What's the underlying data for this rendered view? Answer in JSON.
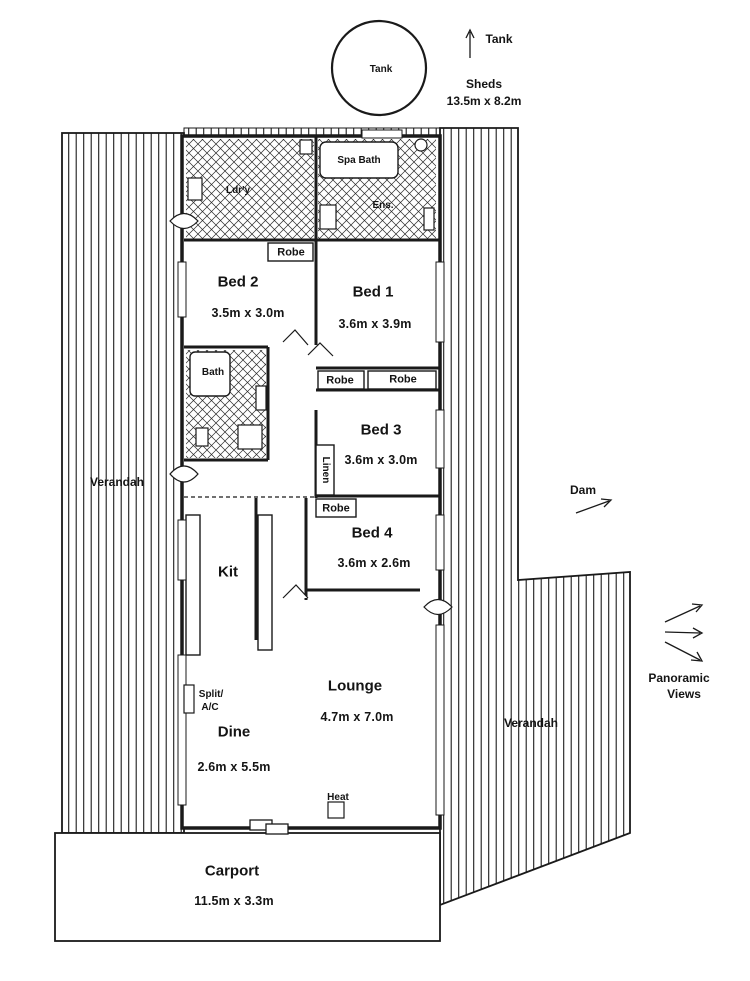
{
  "labels": {
    "tank_north": "Tank",
    "tank_circle": "Tank",
    "sheds_name": "Sheds",
    "sheds_dim": "13.5m x 8.2m",
    "laundry": "Ldr'y",
    "spa_bath": "Spa Bath",
    "ensuite": "Ens.",
    "robe_bed2": "Robe",
    "robe_bed1a": "Robe",
    "robe_bed1b": "Robe",
    "robe_bed4": "Robe",
    "linen": "Linen",
    "bath": "Bath",
    "verandah_left": "Verandah",
    "verandah_right": "Verandah",
    "dam": "Dam",
    "panoramic": "Panoramic",
    "views": "Views",
    "kitchen": "Kit",
    "split_ac_1": "Split/",
    "split_ac_2": "A/C",
    "heat": "Heat"
  },
  "rooms": {
    "bed2": {
      "name": "Bed 2",
      "dim": "3.5m x 3.0m"
    },
    "bed1": {
      "name": "Bed 1",
      "dim": "3.6m x 3.9m"
    },
    "bed3": {
      "name": "Bed 3",
      "dim": "3.6m x 3.0m"
    },
    "bed4": {
      "name": "Bed 4",
      "dim": "3.6m x 2.6m"
    },
    "lounge": {
      "name": "Lounge",
      "dim": "4.7m x 7.0m"
    },
    "dine": {
      "name": "Dine",
      "dim": "2.6m x 5.5m"
    },
    "carport": {
      "name": "Carport",
      "dim": "11.5m x 3.3m"
    }
  },
  "colors": {
    "ink": "#1a1a1a",
    "paper": "#ffffff"
  }
}
